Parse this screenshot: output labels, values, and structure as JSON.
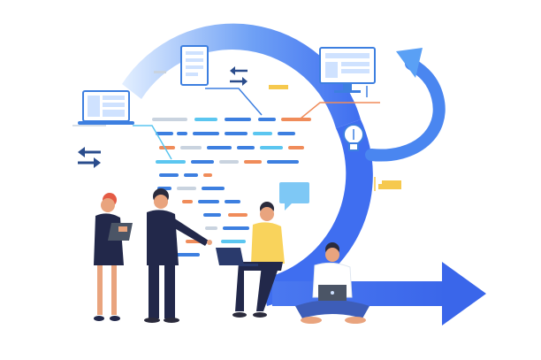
{
  "illustration": {
    "subject": "team-workflow-cycle",
    "icons": [
      "laptop-icon",
      "document-icon",
      "monitor-icon",
      "lightbulb-icon",
      "swap-arrows-icon",
      "chat-bubble-icon",
      "note-icon",
      "refresh-arrow-icon",
      "forward-arrow-icon"
    ],
    "people": [
      "woman-with-tablet",
      "man-pointing",
      "man-sitting-with-laptop",
      "man-cross-legged-with-laptop"
    ]
  },
  "colors": {
    "cycle_blue": "#3f6ef0",
    "cycle_light": "#cfe2ff",
    "accent_orange": "#f08c5a",
    "accent_cyan": "#5bc6f0",
    "accent_yellow": "#f6c94e",
    "code_blue": "#3d7fe0",
    "code_gray": "#c9d3df",
    "suit_navy": "#22284a",
    "skin": "#e9a47e",
    "hair_dark": "#2b2b3c",
    "hair_red": "#e45b45",
    "shirt_yellow": "#f9d35c"
  }
}
